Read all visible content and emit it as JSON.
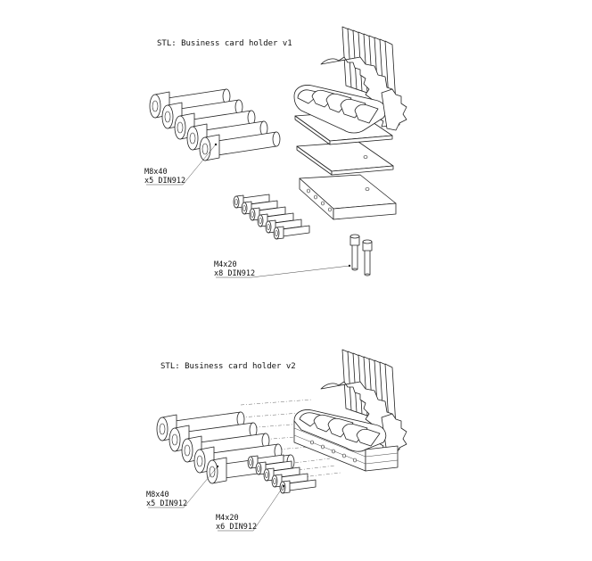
{
  "v1": {
    "title": "STL: Business card holder v1",
    "bolt_large": {
      "size": "M8x40",
      "qty": "x5 DIN912"
    },
    "bolt_small": {
      "size": "M4x20",
      "qty": "x8 DIN912"
    }
  },
  "v2": {
    "title": "STL: Business card holder v2",
    "bolt_large": {
      "size": "M8x40",
      "qty": "x5 DIN912"
    },
    "bolt_small": {
      "size": "M4x20",
      "qty": "x6 DIN912"
    }
  }
}
